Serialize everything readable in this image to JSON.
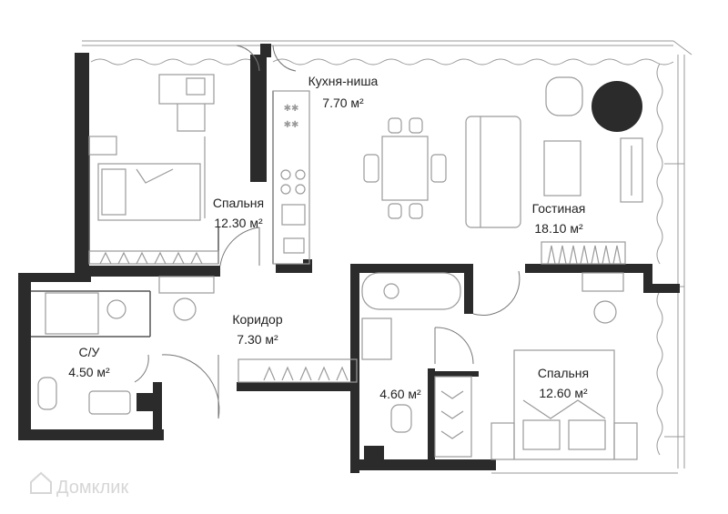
{
  "rooms": {
    "kitchen": {
      "name": "Кухня-ниша",
      "area": "7.70 м²"
    },
    "bedroom1": {
      "name": "Спальня",
      "area": "12.30 м²"
    },
    "living": {
      "name": "Гостиная",
      "area": "18.10 м²"
    },
    "corridor": {
      "name": "Коридор",
      "area": "7.30 м²"
    },
    "bathroom1": {
      "name": "С/У",
      "area": "4.50 м²"
    },
    "bathroom2": {
      "area": "4.60 м²"
    },
    "bedroom2": {
      "name": "Спальня",
      "area": "12.60 м²"
    }
  },
  "watermark": {
    "text": "Домклик"
  },
  "colors": {
    "wall": "#2b2b2b",
    "furniture": "#9a9a9a",
    "accent": "#2b2b2b"
  }
}
